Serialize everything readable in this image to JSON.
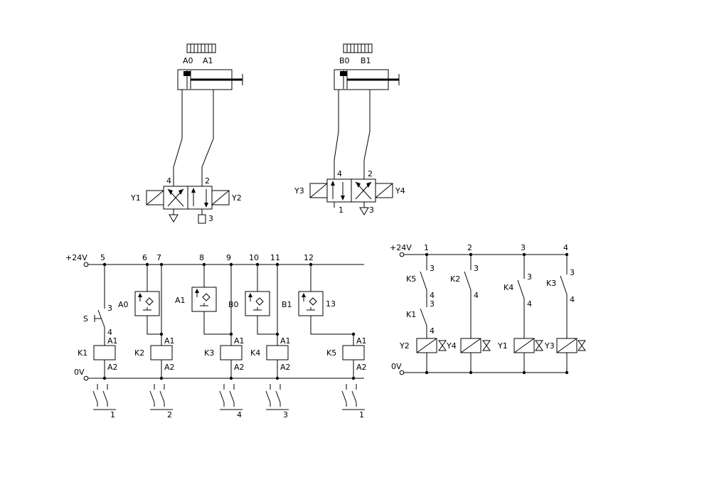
{
  "app": {
    "background": "#ffffff",
    "line_color": "#000000"
  },
  "pneumatic": {
    "cylinder_a": {
      "sensor_left": "A0",
      "sensor_right": "A1"
    },
    "cylinder_b": {
      "sensor_left": "B0",
      "sensor_right": "B1"
    },
    "valve_a": {
      "solenoid_left": "Y1",
      "solenoid_right": "Y2",
      "port_top_left": "4",
      "port_top_right": "2",
      "port_bottom_right": "3"
    },
    "valve_b": {
      "solenoid_left": "Y3",
      "solenoid_right": "Y4",
      "port_top_left": "4",
      "port_top_right": "2",
      "port_bottom_left": "1",
      "port_bottom_right": "3"
    }
  },
  "ladder1": {
    "rail_positive": "+24V",
    "rail_zero": "0V",
    "wire_numbers": [
      "5",
      "6",
      "7",
      "8",
      "9",
      "10",
      "11",
      "12"
    ],
    "wire_number_13": "13",
    "branch1": {
      "switch": "S",
      "terminal_top": "3",
      "terminal_bottom": "4",
      "coil": "K1",
      "coil_a1": "A1",
      "coil_a2": "A2",
      "contact_ref": "1"
    },
    "branch2": {
      "sensor": "A0",
      "coil": "K2",
      "coil_a1": "A1",
      "coil_a2": "A2",
      "contact_ref": "2"
    },
    "branch3": {
      "sensor": "A1",
      "coil": "K3",
      "coil_a1": "A1",
      "coil_a2": "A2",
      "contact_ref": "4"
    },
    "branch4": {
      "sensor": "B0",
      "coil": "K4",
      "coil_a1": "A1",
      "coil_a2": "A2",
      "contact_ref": "3"
    },
    "branch5": {
      "sensor": "B1",
      "coil": "K5",
      "coil_a1": "A1",
      "coil_a2": "A2",
      "contact_ref": "1"
    }
  },
  "ladder2": {
    "rail_positive": "+24V",
    "rail_zero": "0V",
    "rung_numbers": [
      "1",
      "2",
      "3",
      "4"
    ],
    "rung1": {
      "contact1": "K5",
      "contact1_top": "3",
      "contact1_bottom": "4",
      "contact2": "K1",
      "contact2_top": "3",
      "contact2_bottom": "4",
      "coil": "Y2"
    },
    "rung2": {
      "contact1": "K2",
      "contact1_top": "3",
      "contact1_bottom": "4",
      "coil": "Y4"
    },
    "rung3": {
      "contact1": "K4",
      "contact1_top": "3",
      "contact1_bottom": "4",
      "coil": "Y1"
    },
    "rung4": {
      "contact1": "K3",
      "contact1_top": "3",
      "contact1_bottom": "4",
      "coil": "Y3"
    }
  }
}
